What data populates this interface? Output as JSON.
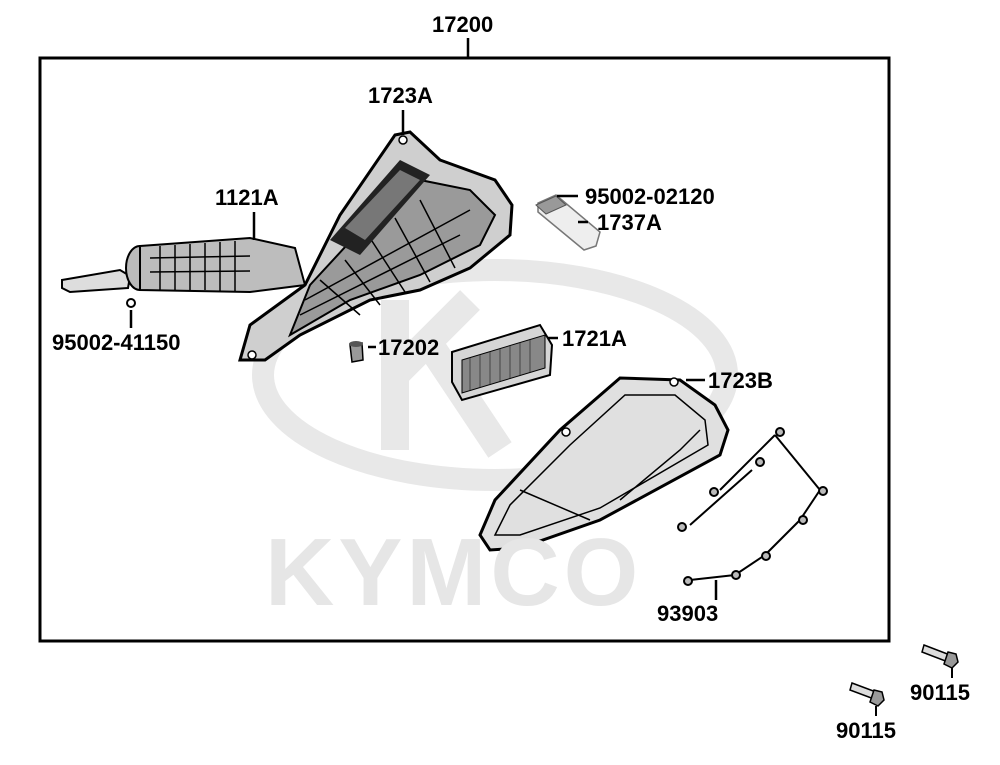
{
  "diagram": {
    "assembly_label": "17200",
    "watermark_text": "KYMCO",
    "parts": {
      "intake_cover": "1723A",
      "intake_duct": "1121A",
      "duct_clamp": "95002-41150",
      "drain_clamp": "95002-02120",
      "drain_tube": "1737A",
      "drain_plug": "17202",
      "filter_element": "1721A",
      "outer_cover": "1723B",
      "cover_screws": "93903",
      "bolt_a": "90115",
      "bolt_b": "90115"
    }
  },
  "colors": {
    "line": "#000000",
    "part_fill": "#c8c8c8",
    "dark_fill": "#555555",
    "watermark": "#e6e6e6"
  }
}
